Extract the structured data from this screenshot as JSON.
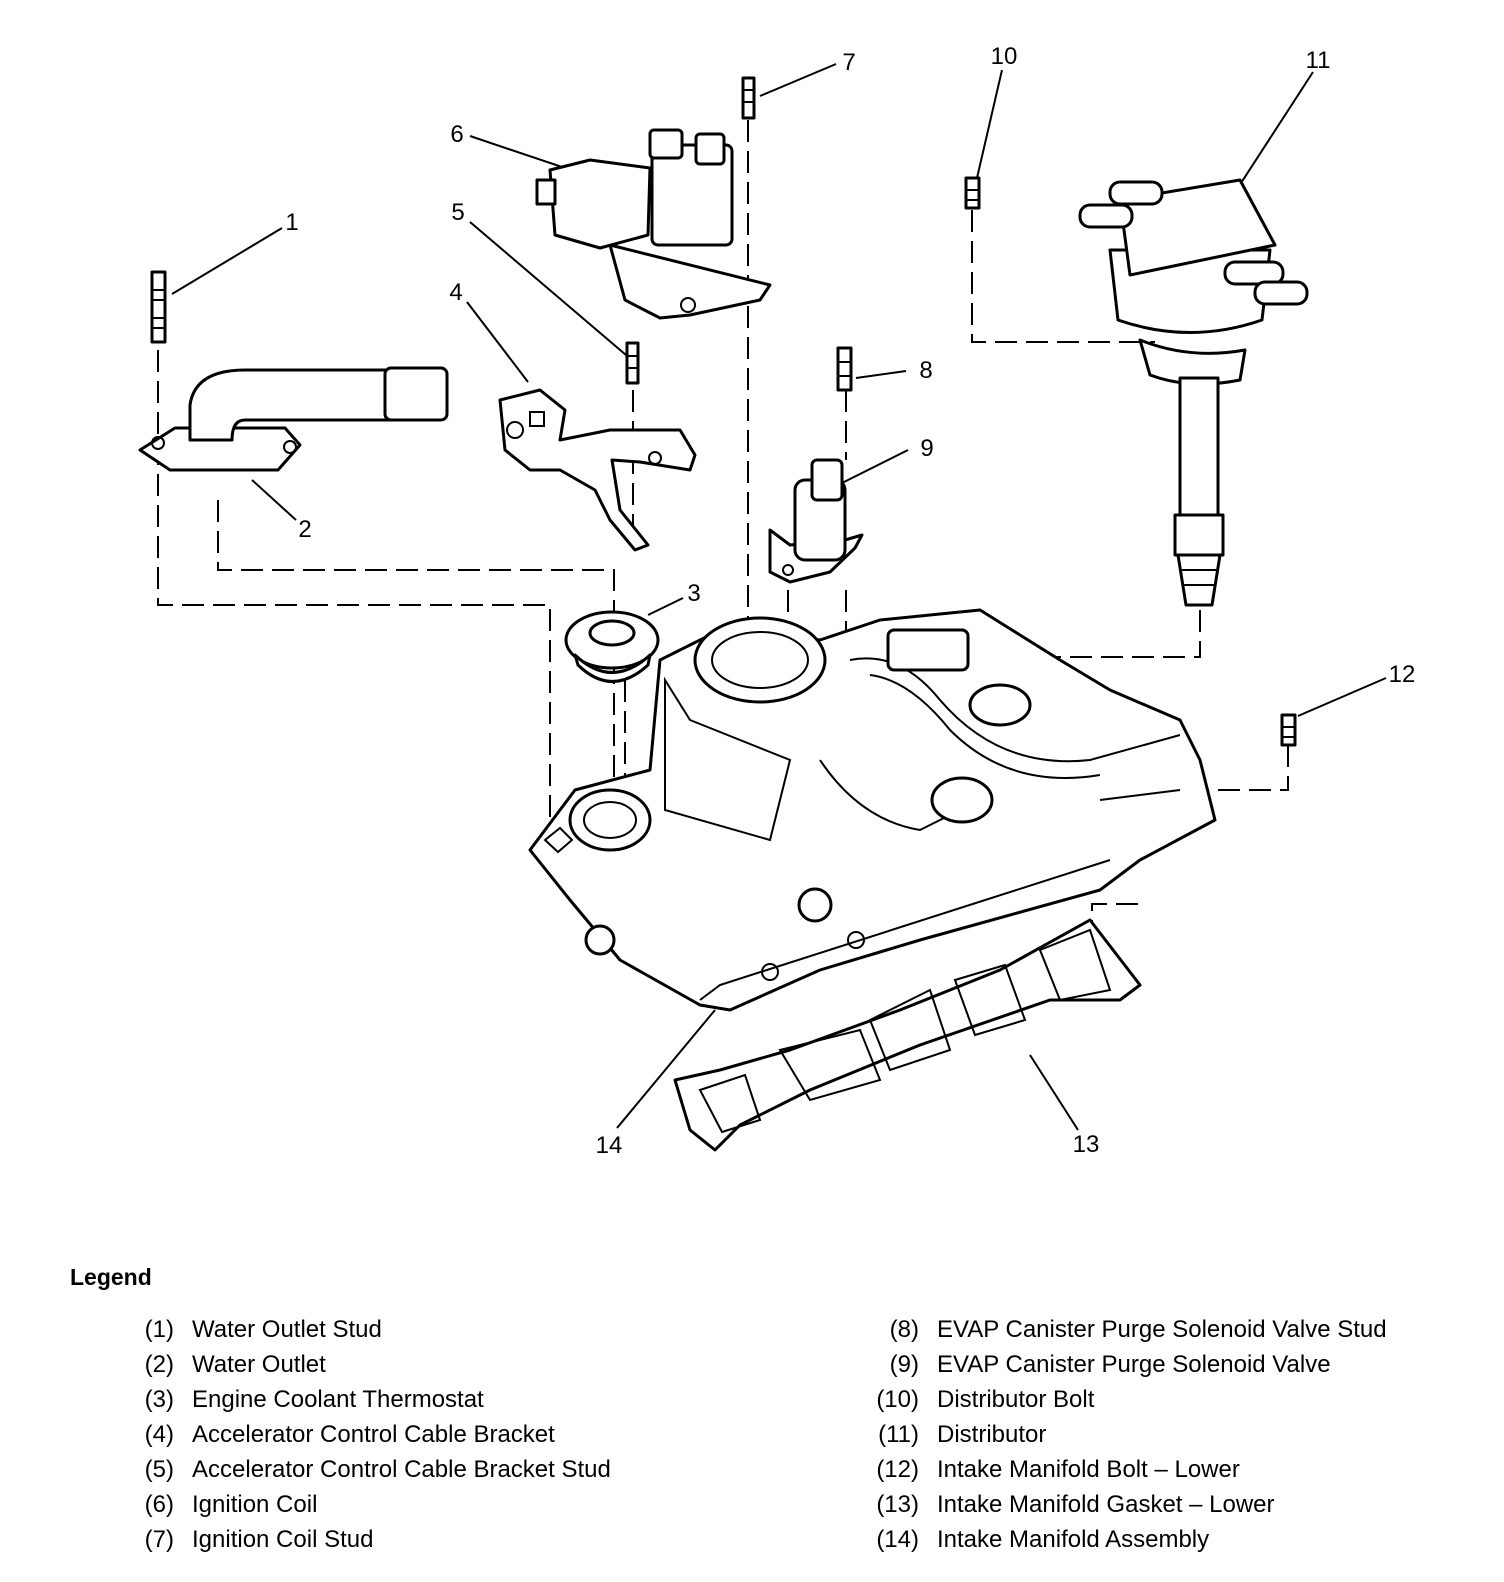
{
  "callouts": [
    "1",
    "2",
    "3",
    "4",
    "5",
    "6",
    "7",
    "8",
    "9",
    "10",
    "11",
    "12",
    "13",
    "14"
  ],
  "legend": {
    "title": "Legend",
    "items": [
      {
        "num": "(1)",
        "label": "Water Outlet Stud"
      },
      {
        "num": "(2)",
        "label": "Water Outlet"
      },
      {
        "num": "(3)",
        "label": "Engine Coolant Thermostat"
      },
      {
        "num": "(4)",
        "label": "Accelerator Control Cable Bracket"
      },
      {
        "num": "(5)",
        "label": "Accelerator Control Cable Bracket Stud"
      },
      {
        "num": "(6)",
        "label": "Ignition Coil"
      },
      {
        "num": "(7)",
        "label": "Ignition Coil Stud"
      },
      {
        "num": "(8)",
        "label": "EVAP Canister Purge Solenoid Valve Stud"
      },
      {
        "num": "(9)",
        "label": "EVAP Canister Purge Solenoid Valve"
      },
      {
        "num": "(10)",
        "label": "Distributor Bolt"
      },
      {
        "num": "(11)",
        "label": "Distributor"
      },
      {
        "num": "(12)",
        "label": "Intake Manifold Bolt – Lower"
      },
      {
        "num": "(13)",
        "label": "Intake Manifold Gasket – Lower"
      },
      {
        "num": "(14)",
        "label": "Intake Manifold Assembly"
      }
    ]
  }
}
